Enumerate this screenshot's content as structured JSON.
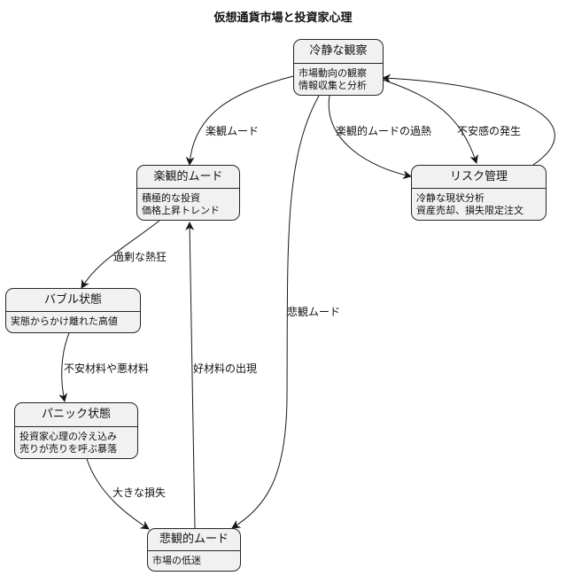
{
  "title": "仮想通貨市場と投資家心理",
  "states": {
    "calm": {
      "name": "冷静な観察",
      "lines": [
        "市場動向の観察",
        "情報収集と分析"
      ]
    },
    "optimistic": {
      "name": "楽観的ムード",
      "lines": [
        "積極的な投資",
        "価格上昇トレンド"
      ]
    },
    "risk": {
      "name": "リスク管理",
      "lines": [
        "冷静な現状分析",
        "資産売却、損失限定注文"
      ]
    },
    "bubble": {
      "name": "バブル状態",
      "lines": [
        "実態からかけ離れた高値"
      ]
    },
    "panic": {
      "name": "パニック状態",
      "lines": [
        "投資家心理の冷え込み",
        "売りが売りを呼ぶ暴落"
      ]
    },
    "pessimistic": {
      "name": "悲観的ムード",
      "lines": [
        "市場の低迷"
      ]
    }
  },
  "edges": {
    "calm_to_optimistic": "楽観ムード",
    "calm_to_risk_overheat": "楽観的ムードの過熱",
    "calm_to_risk_anxiety": "不安感の発生",
    "calm_to_pessimistic": "悲観ムード",
    "optimistic_to_bubble": "過剰な熱狂",
    "bubble_to_panic": "不安材料や悪材料",
    "panic_to_pessimistic": "大きな損失",
    "pessimistic_to_optimistic": "好材料の出現"
  }
}
